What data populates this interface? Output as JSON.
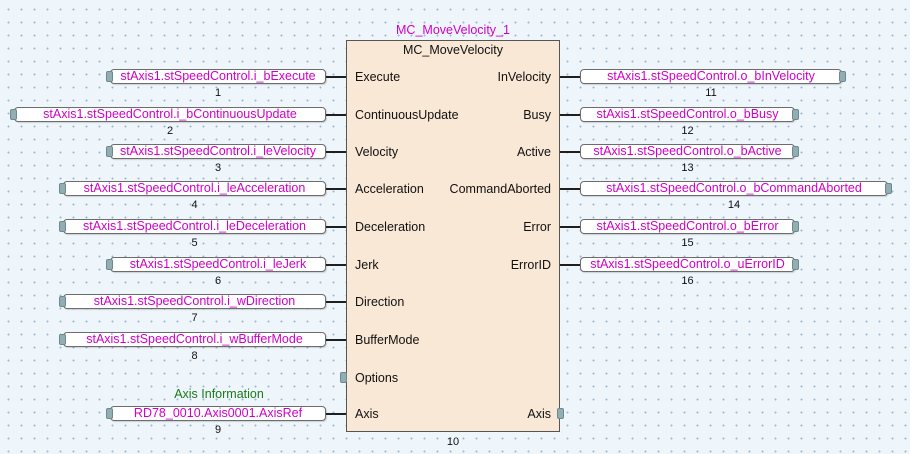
{
  "function_block": {
    "instance_name": "MC_MoveVelocity_1",
    "type_name": "MC_MoveVelocity",
    "number": "10",
    "inputs": [
      {
        "pin": "Execute",
        "variable": "stAxis1.stSpeedControl.i_bExecute",
        "number": "1"
      },
      {
        "pin": "ContinuousUpdate",
        "variable": "stAxis1.stSpeedControl.i_bContinuousUpdate",
        "number": "2"
      },
      {
        "pin": "Velocity",
        "variable": "stAxis1.stSpeedControl.i_leVelocity",
        "number": "3"
      },
      {
        "pin": "Acceleration",
        "variable": "stAxis1.stSpeedControl.i_leAcceleration",
        "number": "4"
      },
      {
        "pin": "Deceleration",
        "variable": "stAxis1.stSpeedControl.i_leDeceleration",
        "number": "5"
      },
      {
        "pin": "Jerk",
        "variable": "stAxis1.stSpeedControl.i_leJerk",
        "number": "6"
      },
      {
        "pin": "Direction",
        "variable": "stAxis1.stSpeedControl.i_wDirection",
        "number": "7"
      },
      {
        "pin": "BufferMode",
        "variable": "stAxis1.stSpeedControl.i_wBufferMode",
        "number": "8"
      },
      {
        "pin": "Options"
      },
      {
        "pin": "Axis",
        "variable": "RD78_0010.Axis0001.AxisRef",
        "number": "9",
        "comment": "Axis Information"
      }
    ],
    "outputs": [
      {
        "pin": "InVelocity",
        "variable": "stAxis1.stSpeedControl.o_bInVelocity",
        "number": "11"
      },
      {
        "pin": "Busy",
        "variable": "stAxis1.stSpeedControl.o_bBusy",
        "number": "12"
      },
      {
        "pin": "Active",
        "variable": "stAxis1.stSpeedControl.o_bActive",
        "number": "13"
      },
      {
        "pin": "CommandAborted",
        "variable": "stAxis1.stSpeedControl.o_bCommandAborted",
        "number": "14"
      },
      {
        "pin": "Error",
        "variable": "stAxis1.stSpeedControl.o_bError",
        "number": "15"
      },
      {
        "pin": "ErrorID",
        "variable": "stAxis1.stSpeedControl.o_uErrorID",
        "number": "16"
      },
      {
        "pin": "Axis"
      }
    ]
  },
  "colors": {
    "variable_text": "#d000c8",
    "comment_text": "#1a7a1a",
    "block_fill": "#f9e8d6",
    "canvas": "#eef5fb"
  }
}
